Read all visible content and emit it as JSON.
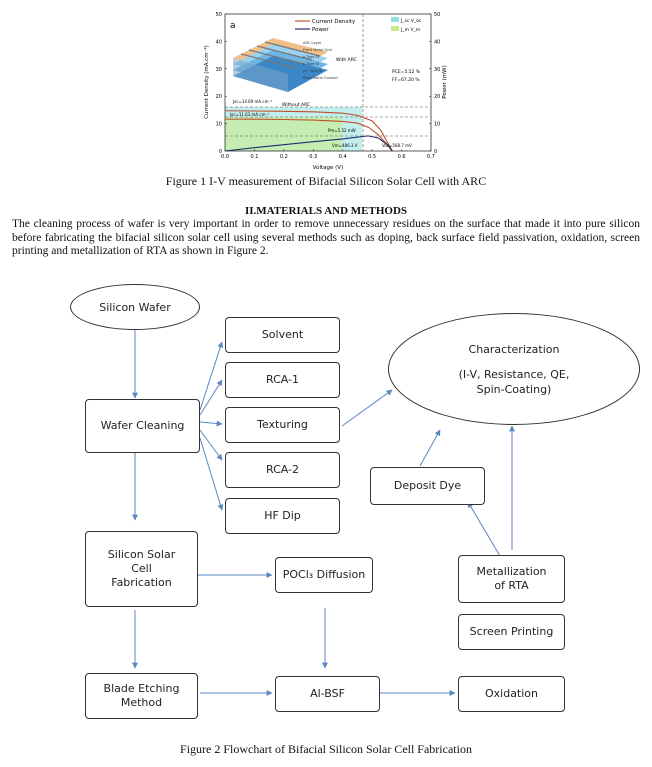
{
  "figure1": {
    "panel_label": "a",
    "caption": "Figure 1 I-V measurement of Bifacial Silicon Solar Cell with ARC",
    "legend_lines": [
      "Current Density",
      "Power"
    ],
    "legend_boxes": [
      "J_sc V_oc",
      "J_m V_m"
    ],
    "stack_labels": [
      "ARC Layer",
      "Front Metal Grid",
      "n-Type Si",
      "p-Type Si",
      "p+ Type Si",
      "Back Metal Contact"
    ],
    "annotations": {
      "with_arc": "With ARC",
      "without_arc": "Without ARC",
      "jsc1": "Jsc=14.69 mA.cm⁻²",
      "jsc2": "Jsc=11.63 mA.cm⁻²",
      "pm": "Pm=5.52 mW",
      "vm": "Vm=486.3 V",
      "voc": "Voc=568.7 mV",
      "pce": "PCE=5.52 %",
      "ff": "FF=67.20 %"
    },
    "colors": {
      "current": "#c0502d",
      "power": "#1f2f6e",
      "box1": "#8fe0e0",
      "box2": "#c8ec8a"
    },
    "chart_data": {
      "type": "line",
      "xlabel": "Voltage (V)",
      "ylabel": "Current Density (mA.cm⁻²)",
      "y2label": "Power (mW)",
      "xlim": [
        0.0,
        0.7
      ],
      "ylim": [
        0,
        50
      ],
      "y2lim": [
        0,
        50
      ],
      "x_ticks": [
        "0.0",
        "0.1",
        "0.2",
        "0.3",
        "0.4",
        "0.5",
        "0.6",
        "0.7"
      ],
      "y_ticks": [
        "0",
        "10",
        "20",
        "30",
        "40",
        "50"
      ],
      "y2_ticks": [
        "0",
        "10",
        "20",
        "30",
        "40",
        "50"
      ],
      "series": [
        {
          "name": "Current Density",
          "x": [
            0,
            0.1,
            0.2,
            0.3,
            0.4,
            0.45,
            0.5,
            0.53,
            0.55,
            0.5687
          ],
          "y": [
            14.69,
            14.6,
            14.5,
            14.3,
            13.8,
            13.0,
            11.0,
            7.5,
            3.5,
            0
          ]
        },
        {
          "name": "Current Density",
          "x": [
            0,
            0.1,
            0.2,
            0.3,
            0.4,
            0.45,
            0.49,
            0.52,
            0.55,
            0.5687
          ],
          "y": [
            11.63,
            11.6,
            11.5,
            11.3,
            10.8,
            10.2,
            8.5,
            6.0,
            2.5,
            0
          ]
        },
        {
          "name": "Power",
          "x": [
            0,
            0.1,
            0.2,
            0.3,
            0.4,
            0.4863,
            0.52,
            0.55,
            0.5687
          ],
          "y": [
            0,
            1.2,
            2.3,
            3.4,
            4.4,
            5.52,
            4.8,
            2.5,
            0
          ]
        }
      ]
    }
  },
  "section": {
    "heading": "II.MATERIALS AND METHODS",
    "paragraph": "The cleaning process of wafer is very important in order to remove unnecessary residues on the surface that made it into pure silicon before fabricating the bifacial silicon solar cell using several methods such as doping, back surface field passivation, oxidation, screen printing and metallization of RTA as shown in Figure 2."
  },
  "flowchart": {
    "silicon_wafer": "Silicon Wafer",
    "wafer_cleaning": "Wafer Cleaning",
    "solvent": "Solvent",
    "rca1": "RCA-1",
    "texturing": "Texturing",
    "rca2": "RCA-2",
    "hf_dip": "HF Dip",
    "characterization_title": "Characterization",
    "characterization_detail": "(I-V, Resistance, QE, Spin-Coating)",
    "deposit_dye": "Deposit Dye",
    "fabrication": "Silicon Solar Cell Fabrication",
    "pocl3": "POCl₃ Diffusion",
    "metallization": "Metallization of RTA",
    "screen_printing": "Screen Printing",
    "blade_etching": "Blade Etching Method",
    "al_bsf": "Al-BSF",
    "oxidation": "Oxidation",
    "arrow_color": "#5b86c4",
    "caption": "Figure 2 Flowchart of Bifacial Silicon Solar Cell Fabrication"
  }
}
